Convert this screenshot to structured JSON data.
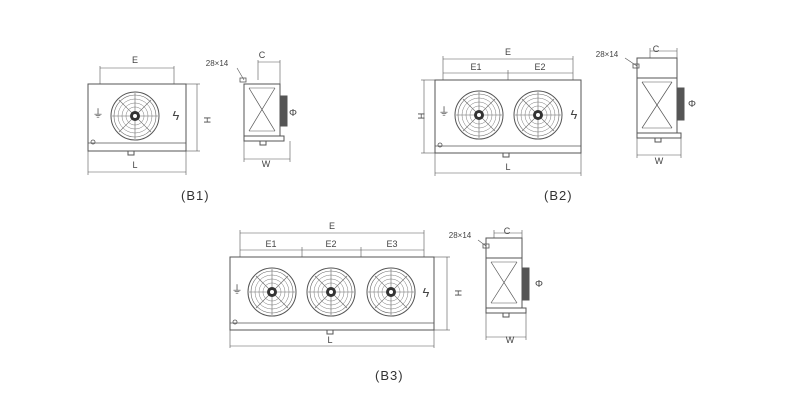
{
  "labels": {
    "E": "E",
    "E1": "E1",
    "E2": "E2",
    "E3": "E3",
    "C": "C",
    "H": "H",
    "L": "L",
    "W": "W",
    "hole": "28×14"
  },
  "symbols": {
    "ground": "⏚",
    "power": "ϟ",
    "rotation": "Φ"
  },
  "captions": {
    "b1": "(B1)",
    "b2": "(B2)",
    "b3": "(B3)"
  },
  "colors": {
    "line": "#555555",
    "text": "#444444"
  }
}
